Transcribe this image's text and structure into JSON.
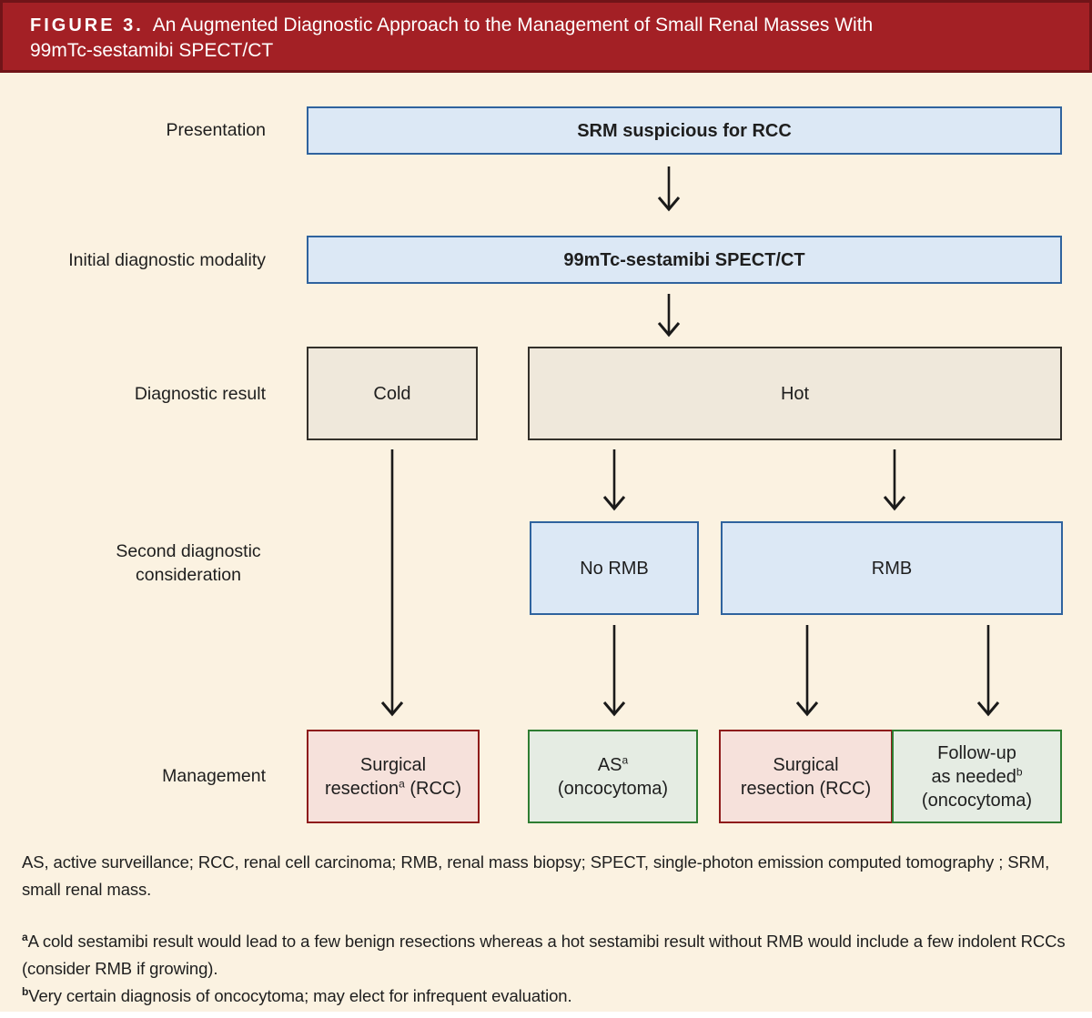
{
  "colors": {
    "header_bg": "#A32025",
    "header_border": "#701418",
    "header_text": "#FFFFFF",
    "canvas_bg": "#FBF2E1",
    "blue_fill": "#DCE8F5",
    "blue_border": "#2F639E",
    "neutral_fill": "#EFE8DB",
    "neutral_border": "#33302A",
    "red_fill": "#F6E1DB",
    "red_border": "#8E1B1B",
    "green_fill": "#E5ECE3",
    "green_border": "#2E7D32",
    "arrow": "#1A1A1A",
    "text": "#1E1E1E"
  },
  "header": {
    "figure_label": "FIGURE 3.",
    "title_line1": "An Augmented Diagnostic Approach to the Management of Small Renal Masses With",
    "title_line2": "99mTc-sestamibi SPECT/CT"
  },
  "row_labels": {
    "presentation": "Presentation",
    "initial_modality": "Initial diagnostic modality",
    "diagnostic_result": "Diagnostic result",
    "second_line1": "Second diagnostic",
    "second_line2": "consideration",
    "management": "Management"
  },
  "boxes": {
    "presentation": "SRM suspicious for RCC",
    "modality": "99mTc-sestamibi SPECT/CT",
    "cold": "Cold",
    "hot": "Hot",
    "no_rmb": "No RMB",
    "rmb": "RMB",
    "mgmt_surgical_cold": {
      "line1": "Surgical",
      "line2_pre": "resection",
      "line2_sup": "a",
      "line2_post": " (RCC)"
    },
    "mgmt_as": {
      "line1_pre": "AS",
      "line1_sup": "a",
      "line2": "(oncocytoma)"
    },
    "mgmt_surgical_hot": {
      "line1": "Surgical",
      "line2": "resection (RCC)"
    },
    "mgmt_followup": {
      "line1": "Follow-up",
      "line2_pre": "as needed",
      "line2_sup": "b",
      "line3": "(oncocytoma)"
    }
  },
  "footnotes": {
    "abbreviations": "AS, active surveillance; RCC, renal cell carcinoma; RMB, renal mass biopsy; SPECT, single-photon emission computed tomography ; SRM, small renal mass.",
    "note_a_marker": "a",
    "note_a": "A cold sestamibi result would lead to a few benign resections whereas a hot sestamibi result without RMB would include a few indolent RCCs (consider RMB if growing).",
    "note_b_marker": "b",
    "note_b": "Very certain diagnosis of oncocytoma; may elect for infrequent evaluation."
  }
}
